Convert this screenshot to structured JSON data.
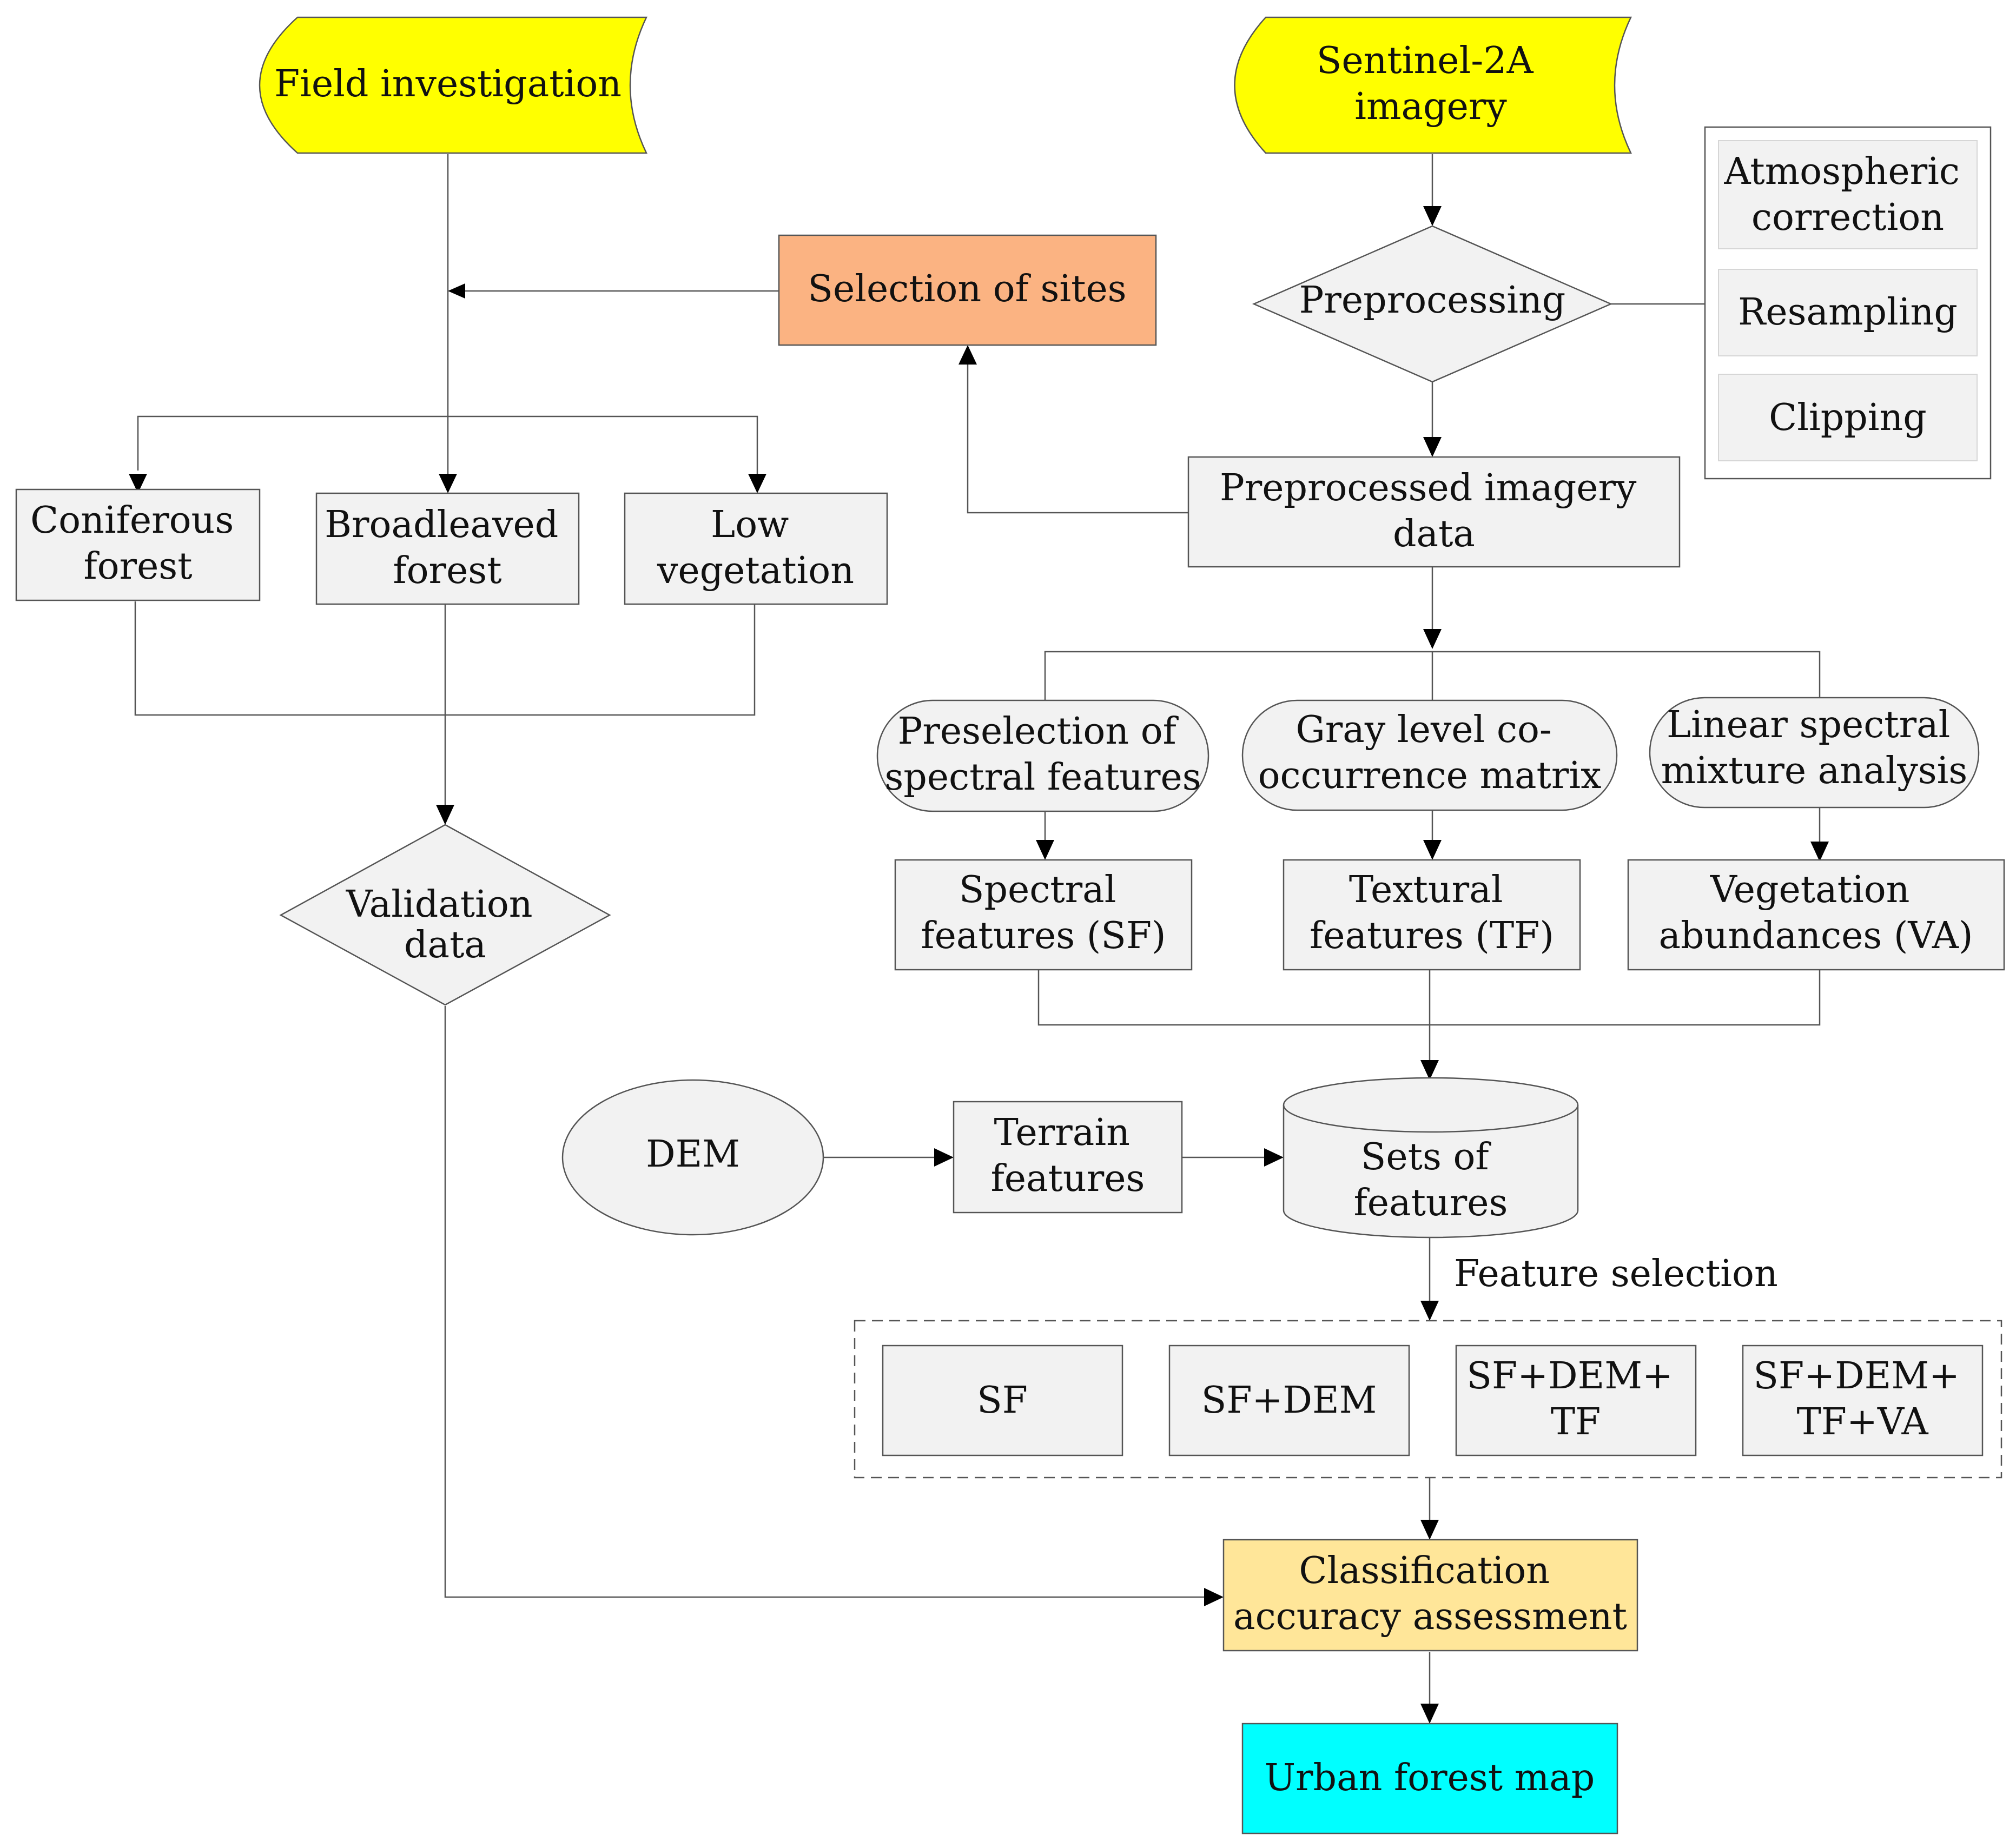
{
  "colors": {
    "data_source": "#ffff00",
    "selection": "#fbb382",
    "assessment": "#ffe699",
    "output": "#00ffff",
    "node_fill": "#f2f2f2",
    "line": "#555555"
  },
  "nodes": {
    "field_investigation": [
      "Field investigation"
    ],
    "sentinel": [
      "Sentinel-2A",
      "imagery"
    ],
    "selection_of_sites": [
      "Selection of sites"
    ],
    "preprocessing": [
      "Preprocessing"
    ],
    "atmospheric_correction": [
      "Atmospheric",
      "correction"
    ],
    "resampling": [
      "Resampling"
    ],
    "clipping": [
      "Clipping"
    ],
    "preprocessed_imagery": [
      "Preprocessed imagery",
      "data"
    ],
    "coniferous_forest": [
      "Coniferous",
      "forest"
    ],
    "broadleaved_forest": [
      "Broadleaved",
      "forest"
    ],
    "low_vegetation": [
      "Low",
      "vegetation"
    ],
    "validation_data": [
      "Validation",
      "data"
    ],
    "preselection": [
      "Preselection of",
      "spectral features"
    ],
    "glcm": [
      "Gray level co-",
      "occurrence matrix"
    ],
    "lsma": [
      "Linear spectral",
      "mixture analysis"
    ],
    "spectral_features": [
      "Spectral",
      "features (SF)"
    ],
    "textural_features": [
      "Textural",
      "features (TF)"
    ],
    "vegetation_abundances": [
      "Vegetation",
      "abundances (VA)"
    ],
    "dem": [
      "DEM"
    ],
    "terrain_features": [
      "Terrain",
      "features"
    ],
    "sets_of_features": [
      "Sets of",
      "features"
    ],
    "feature_selection": [
      "Feature selection"
    ],
    "combo_sf": [
      "SF"
    ],
    "combo_sf_dem": [
      "SF+DEM"
    ],
    "combo_sf_dem_tf": [
      "SF+DEM+",
      "TF"
    ],
    "combo_sf_dem_tf_va": [
      "SF+DEM+",
      "TF+VA"
    ],
    "classification": [
      "Classification",
      "accuracy assessment"
    ],
    "urban_forest_map": [
      "Urban forest map"
    ]
  }
}
